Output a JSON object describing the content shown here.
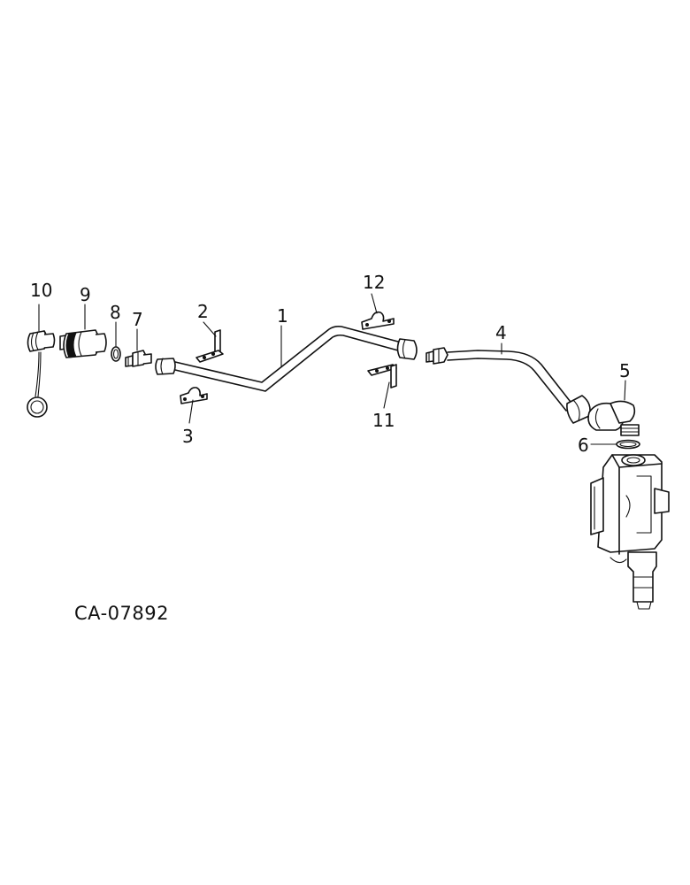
{
  "drawing": {
    "id": "CA-07892"
  },
  "callouts": {
    "c1": "1",
    "c2": "2",
    "c3": "3",
    "c4": "4",
    "c5": "5",
    "c6": "6",
    "c7": "7",
    "c8": "8",
    "c9": "9",
    "c10": "10",
    "c11": "11",
    "c12": "12"
  },
  "colors": {
    "ink": "#111111",
    "paper": "#ffffff"
  }
}
